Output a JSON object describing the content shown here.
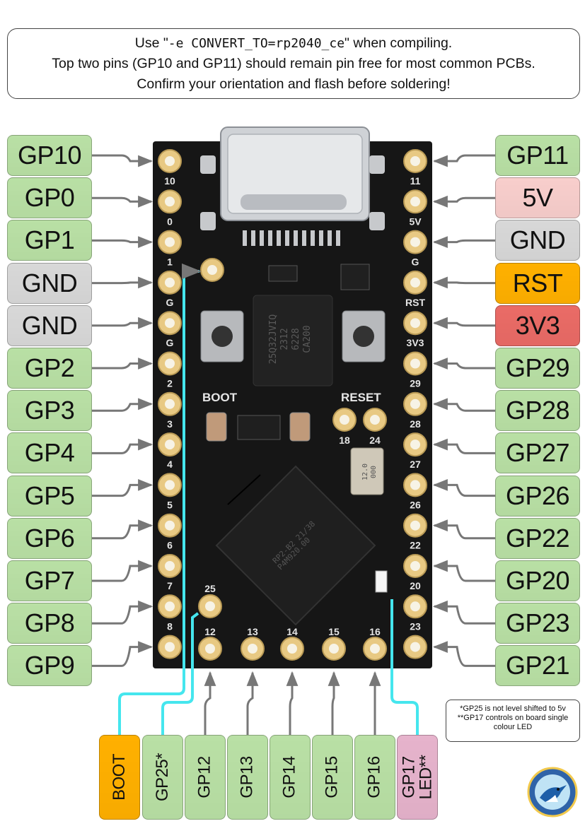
{
  "header": {
    "line1_pre": "Use \"",
    "line1_code": "-e CONVERT_TO=rp2040_ce",
    "line1_post": "\" when compiling.",
    "line2": "Top two pins (GP10 and GP11) should remain pin free for most common PCBs.",
    "line3": "Confirm your orientation and flash before soldering!"
  },
  "left_pins": [
    {
      "label": "GP10",
      "pad": "10",
      "type": "gpio"
    },
    {
      "label": "GP0",
      "pad": "0",
      "type": "gpio"
    },
    {
      "label": "GP1",
      "pad": "1",
      "type": "gpio"
    },
    {
      "label": "GND",
      "pad": "G",
      "type": "gnd"
    },
    {
      "label": "GND",
      "pad": "G",
      "type": "gnd"
    },
    {
      "label": "GP2",
      "pad": "2",
      "type": "gpio"
    },
    {
      "label": "GP3",
      "pad": "3",
      "type": "gpio"
    },
    {
      "label": "GP4",
      "pad": "4",
      "type": "gpio"
    },
    {
      "label": "GP5",
      "pad": "5",
      "type": "gpio"
    },
    {
      "label": "GP6",
      "pad": "6",
      "type": "gpio"
    },
    {
      "label": "GP7",
      "pad": "7",
      "type": "gpio"
    },
    {
      "label": "GP8",
      "pad": "8",
      "type": "gpio"
    },
    {
      "label": "GP9",
      "pad": "",
      "type": "gpio"
    }
  ],
  "right_pins": [
    {
      "label": "GP11",
      "pad": "11",
      "type": "gpio"
    },
    {
      "label": "5V",
      "pad": "5V",
      "type": "power5v"
    },
    {
      "label": "GND",
      "pad": "G",
      "type": "gnd"
    },
    {
      "label": "RST",
      "pad": "RST",
      "type": "rst"
    },
    {
      "label": "3V3",
      "pad": "3V3",
      "type": "power3v3"
    },
    {
      "label": "GP29",
      "pad": "29",
      "type": "gpio"
    },
    {
      "label": "GP28",
      "pad": "28",
      "type": "gpio"
    },
    {
      "label": "GP27",
      "pad": "27",
      "type": "gpio"
    },
    {
      "label": "GP26",
      "pad": "26",
      "type": "gpio"
    },
    {
      "label": "GP22",
      "pad": "22",
      "type": "gpio"
    },
    {
      "label": "GP20",
      "pad": "20",
      "type": "gpio"
    },
    {
      "label": "GP23",
      "pad": "23",
      "type": "gpio"
    },
    {
      "label": "GP21",
      "pad": "",
      "type": "gpio"
    }
  ],
  "bottom_pins": [
    {
      "label": "BOOT",
      "type": "rst"
    },
    {
      "label": "GP25*",
      "type": "gpio"
    },
    {
      "label": "GP12",
      "type": "gpio"
    },
    {
      "label": "GP13",
      "type": "gpio"
    },
    {
      "label": "GP14",
      "type": "gpio"
    },
    {
      "label": "GP15",
      "type": "gpio"
    },
    {
      "label": "GP16",
      "type": "gpio"
    },
    {
      "label": "GP17\nLED**",
      "type": "led"
    }
  ],
  "bottom_pad_numbers": [
    "12",
    "13",
    "14",
    "15",
    "16"
  ],
  "board": {
    "boot_label": "BOOT",
    "reset_label": "RESET",
    "pad_25": "25",
    "pad_18": "18",
    "pad_24": "24",
    "flash_chip_text": [
      "25Q32JVIQ",
      "2312",
      "6228",
      "CA200"
    ],
    "mcu_text": [
      "RP2-B2 21/38",
      "P4M920.00"
    ],
    "crystal_text": [
      "12.0",
      "000"
    ]
  },
  "notes": {
    "line1": "*GP25 is not level shifted to 5v",
    "line2": "**GP17 controls on board single",
    "line3": "colour LED"
  },
  "colors": {
    "gpio": "#b9e0a5",
    "gnd": "#d8d8d8",
    "power5v": "#f8cecc",
    "rst": "#ffb000",
    "power3v3": "#ea6b66",
    "led": "#e6b3cc",
    "trace": "#45e6ee",
    "board": "#161616",
    "gold": "#e8c983"
  }
}
